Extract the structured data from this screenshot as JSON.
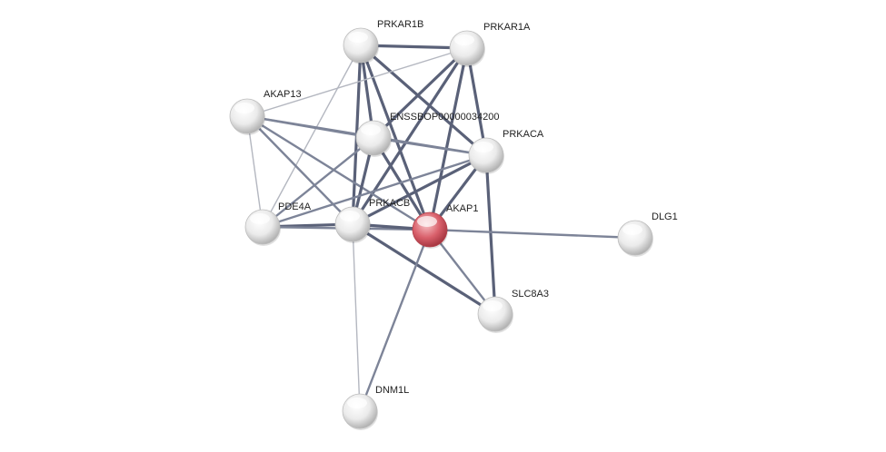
{
  "nodes": [
    {
      "id": "PRKAR1B",
      "label": "PRKAR1B",
      "query": false
    },
    {
      "id": "PRKAR1A",
      "label": "PRKAR1A",
      "query": false
    },
    {
      "id": "AKAP13",
      "label": "AKAP13",
      "query": false
    },
    {
      "id": "ENSSBOP00000034200",
      "label": "ENSSBOP00000034200",
      "query": false
    },
    {
      "id": "PRKACA",
      "label": "PRKACA",
      "query": false
    },
    {
      "id": "PDE4A",
      "label": "PDE4A",
      "query": false
    },
    {
      "id": "PRKACB",
      "label": "PRKACB",
      "query": false
    },
    {
      "id": "AKAP1",
      "label": "AKAP1",
      "query": true
    },
    {
      "id": "DLG1",
      "label": "DLG1",
      "query": false
    },
    {
      "id": "SLC8A3",
      "label": "SLC8A3",
      "query": false
    },
    {
      "id": "DNM1L",
      "label": "DNM1L",
      "query": false
    }
  ],
  "edges": [
    {
      "source": "PRKAR1B",
      "target": "PRKAR1A",
      "strength": "strong"
    },
    {
      "source": "PRKAR1B",
      "target": "ENSSBOP00000034200",
      "strength": "strong"
    },
    {
      "source": "PRKAR1B",
      "target": "PRKACA",
      "strength": "strong"
    },
    {
      "source": "PRKAR1B",
      "target": "PRKACB",
      "strength": "strong"
    },
    {
      "source": "PRKAR1B",
      "target": "AKAP1",
      "strength": "strong"
    },
    {
      "source": "PRKAR1B",
      "target": "PDE4A",
      "strength": "weak"
    },
    {
      "source": "PRKAR1A",
      "target": "ENSSBOP00000034200",
      "strength": "strong"
    },
    {
      "source": "PRKAR1A",
      "target": "PRKACA",
      "strength": "strong"
    },
    {
      "source": "PRKAR1A",
      "target": "PRKACB",
      "strength": "strong"
    },
    {
      "source": "PRKAR1A",
      "target": "AKAP1",
      "strength": "strong"
    },
    {
      "source": "PRKAR1A",
      "target": "AKAP13",
      "strength": "weak"
    },
    {
      "source": "AKAP13",
      "target": "ENSSBOP00000034200",
      "strength": "medium"
    },
    {
      "source": "AKAP13",
      "target": "PRKACA",
      "strength": "medium"
    },
    {
      "source": "AKAP13",
      "target": "PRKACB",
      "strength": "medium"
    },
    {
      "source": "AKAP13",
      "target": "PDE4A",
      "strength": "weak"
    },
    {
      "source": "AKAP13",
      "target": "AKAP1",
      "strength": "medium"
    },
    {
      "source": "ENSSBOP00000034200",
      "target": "PRKACA",
      "strength": "medium"
    },
    {
      "source": "ENSSBOP00000034200",
      "target": "PRKACB",
      "strength": "strong"
    },
    {
      "source": "ENSSBOP00000034200",
      "target": "AKAP1",
      "strength": "strong"
    },
    {
      "source": "ENSSBOP00000034200",
      "target": "PDE4A",
      "strength": "medium"
    },
    {
      "source": "PRKACA",
      "target": "PRKACB",
      "strength": "strong"
    },
    {
      "source": "PRKACA",
      "target": "AKAP1",
      "strength": "strong"
    },
    {
      "source": "PRKACA",
      "target": "SLC8A3",
      "strength": "strong"
    },
    {
      "source": "PRKACA",
      "target": "PDE4A",
      "strength": "medium"
    },
    {
      "source": "PDE4A",
      "target": "PRKACB",
      "strength": "strong"
    },
    {
      "source": "PDE4A",
      "target": "AKAP1",
      "strength": "medium"
    },
    {
      "source": "PRKACB",
      "target": "AKAP1",
      "strength": "strong"
    },
    {
      "source": "PRKACB",
      "target": "SLC8A3",
      "strength": "strong"
    },
    {
      "source": "PRKACB",
      "target": "DNM1L",
      "strength": "weak"
    },
    {
      "source": "AKAP1",
      "target": "DLG1",
      "strength": "medium"
    },
    {
      "source": "AKAP1",
      "target": "SLC8A3",
      "strength": "medium"
    },
    {
      "source": "AKAP1",
      "target": "DNM1L",
      "strength": "medium"
    }
  ],
  "colors": {
    "node_default": "#e8e8e8",
    "node_query": "#e06b75",
    "edge_strong": "#5a6178",
    "edge_medium": "#7d8498",
    "edge_weak": "#b4b7c0",
    "label": "#222222"
  }
}
